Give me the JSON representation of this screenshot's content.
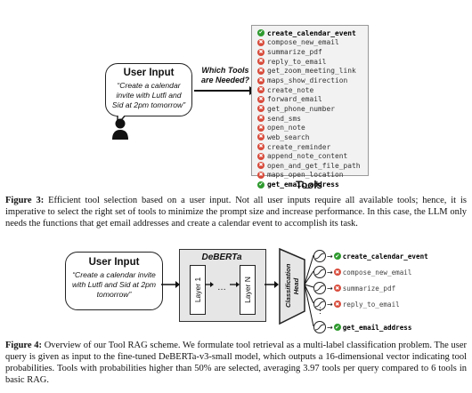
{
  "figure3": {
    "user_input": {
      "title": "User Input",
      "text": "“Create a calendar invite with Lutfi and Sid at 2pm tomorrow”"
    },
    "question": "Which Tools are Needed?",
    "tools_label": "Tools",
    "tools": [
      {
        "name": "create_calendar_event",
        "selected": true
      },
      {
        "name": "compose_new_email",
        "selected": false
      },
      {
        "name": "summarize_pdf",
        "selected": false
      },
      {
        "name": "reply_to_email",
        "selected": false
      },
      {
        "name": "get_zoom_meeting_link",
        "selected": false
      },
      {
        "name": "maps_show_direction",
        "selected": false
      },
      {
        "name": "create_note",
        "selected": false
      },
      {
        "name": "forward_email",
        "selected": false
      },
      {
        "name": "get_phone_number",
        "selected": false
      },
      {
        "name": "send_sms",
        "selected": false
      },
      {
        "name": "open_note",
        "selected": false
      },
      {
        "name": "web_search",
        "selected": false
      },
      {
        "name": "create_reminder",
        "selected": false
      },
      {
        "name": "append_note_content",
        "selected": false
      },
      {
        "name": "open_and_get_file_path",
        "selected": false
      },
      {
        "name": "maps_open_location",
        "selected": false
      },
      {
        "name": "get_email_address",
        "selected": true
      }
    ],
    "caption_label": "Figure 3:",
    "caption_text": " Efficient tool selection based on a user input. Not all user inputs require all available tools; hence, it is imperative to select the right set of tools to minimize the prompt size and increase performance. In this case, the LLM only needs the functions that get email addresses and create a calendar event to accomplish its task."
  },
  "figure4": {
    "user_input": {
      "title": "User Input",
      "text": "“Create a calendar invite with Lutfi and Sid at 2pm tomorrow”"
    },
    "model_label": "DeBERTa",
    "layer_first": "Layer 1",
    "layer_dots": "…",
    "layer_last": "Layer N",
    "head_label": "Classification Head",
    "outputs": [
      {
        "name": "create_calendar_event",
        "selected": true
      },
      {
        "name": "compose_new_email",
        "selected": false
      },
      {
        "name": "summarize_pdf",
        "selected": false
      },
      {
        "name": "reply_to_email",
        "selected": false
      },
      {
        "name": "get_email_address",
        "selected": true
      }
    ],
    "output_dots": "⋮",
    "caption_label": "Figure 4:",
    "caption_text": " Overview of our Tool RAG scheme. We formulate tool retrieval as a multi-label classification problem. The user query is given as input to the fine-tuned DeBERTa-v3-small model, which outputs a 16-dimensional vector indicating tool probabilities. Tools with probabilities higher than 50% are selected, averaging 3.97 tools per query compared to 6 tools in basic RAG."
  },
  "icons": {
    "check": "✔",
    "cross": "✖"
  },
  "colors": {
    "check": "#2e9a2e",
    "cross": "#d84b3b",
    "tools_bg": "#f2f2f2",
    "model_bg": "#e6e6e6"
  }
}
